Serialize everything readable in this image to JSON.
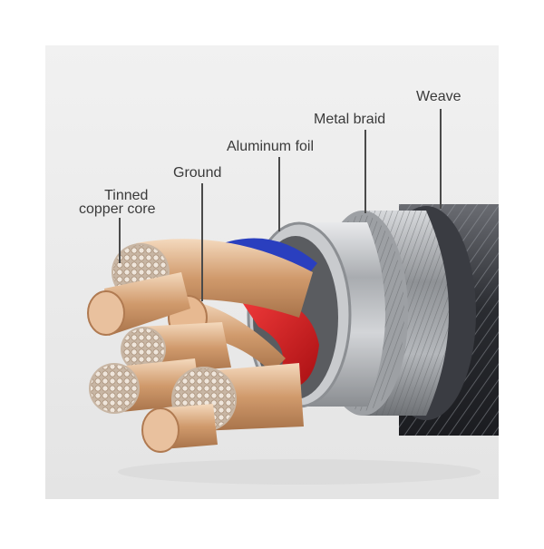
{
  "labels": {
    "tinned_copper_core_line1": "Tinned",
    "tinned_copper_core_line2": "copper core",
    "ground": "Ground",
    "aluminum_foil": "Aluminum foil",
    "metal_braid": "Metal braid",
    "weave": "Weave"
  },
  "colors": {
    "background_panel": "#ebebeb",
    "copper": "#d9a77c",
    "tinned_strand": "#e8ddd2",
    "insulation_red": "#d81f1f",
    "insulation_blue": "#2a3fbf",
    "aluminum": "#b9bcc0",
    "braid": "#9a9ca0",
    "weave": "#3b3d43"
  }
}
